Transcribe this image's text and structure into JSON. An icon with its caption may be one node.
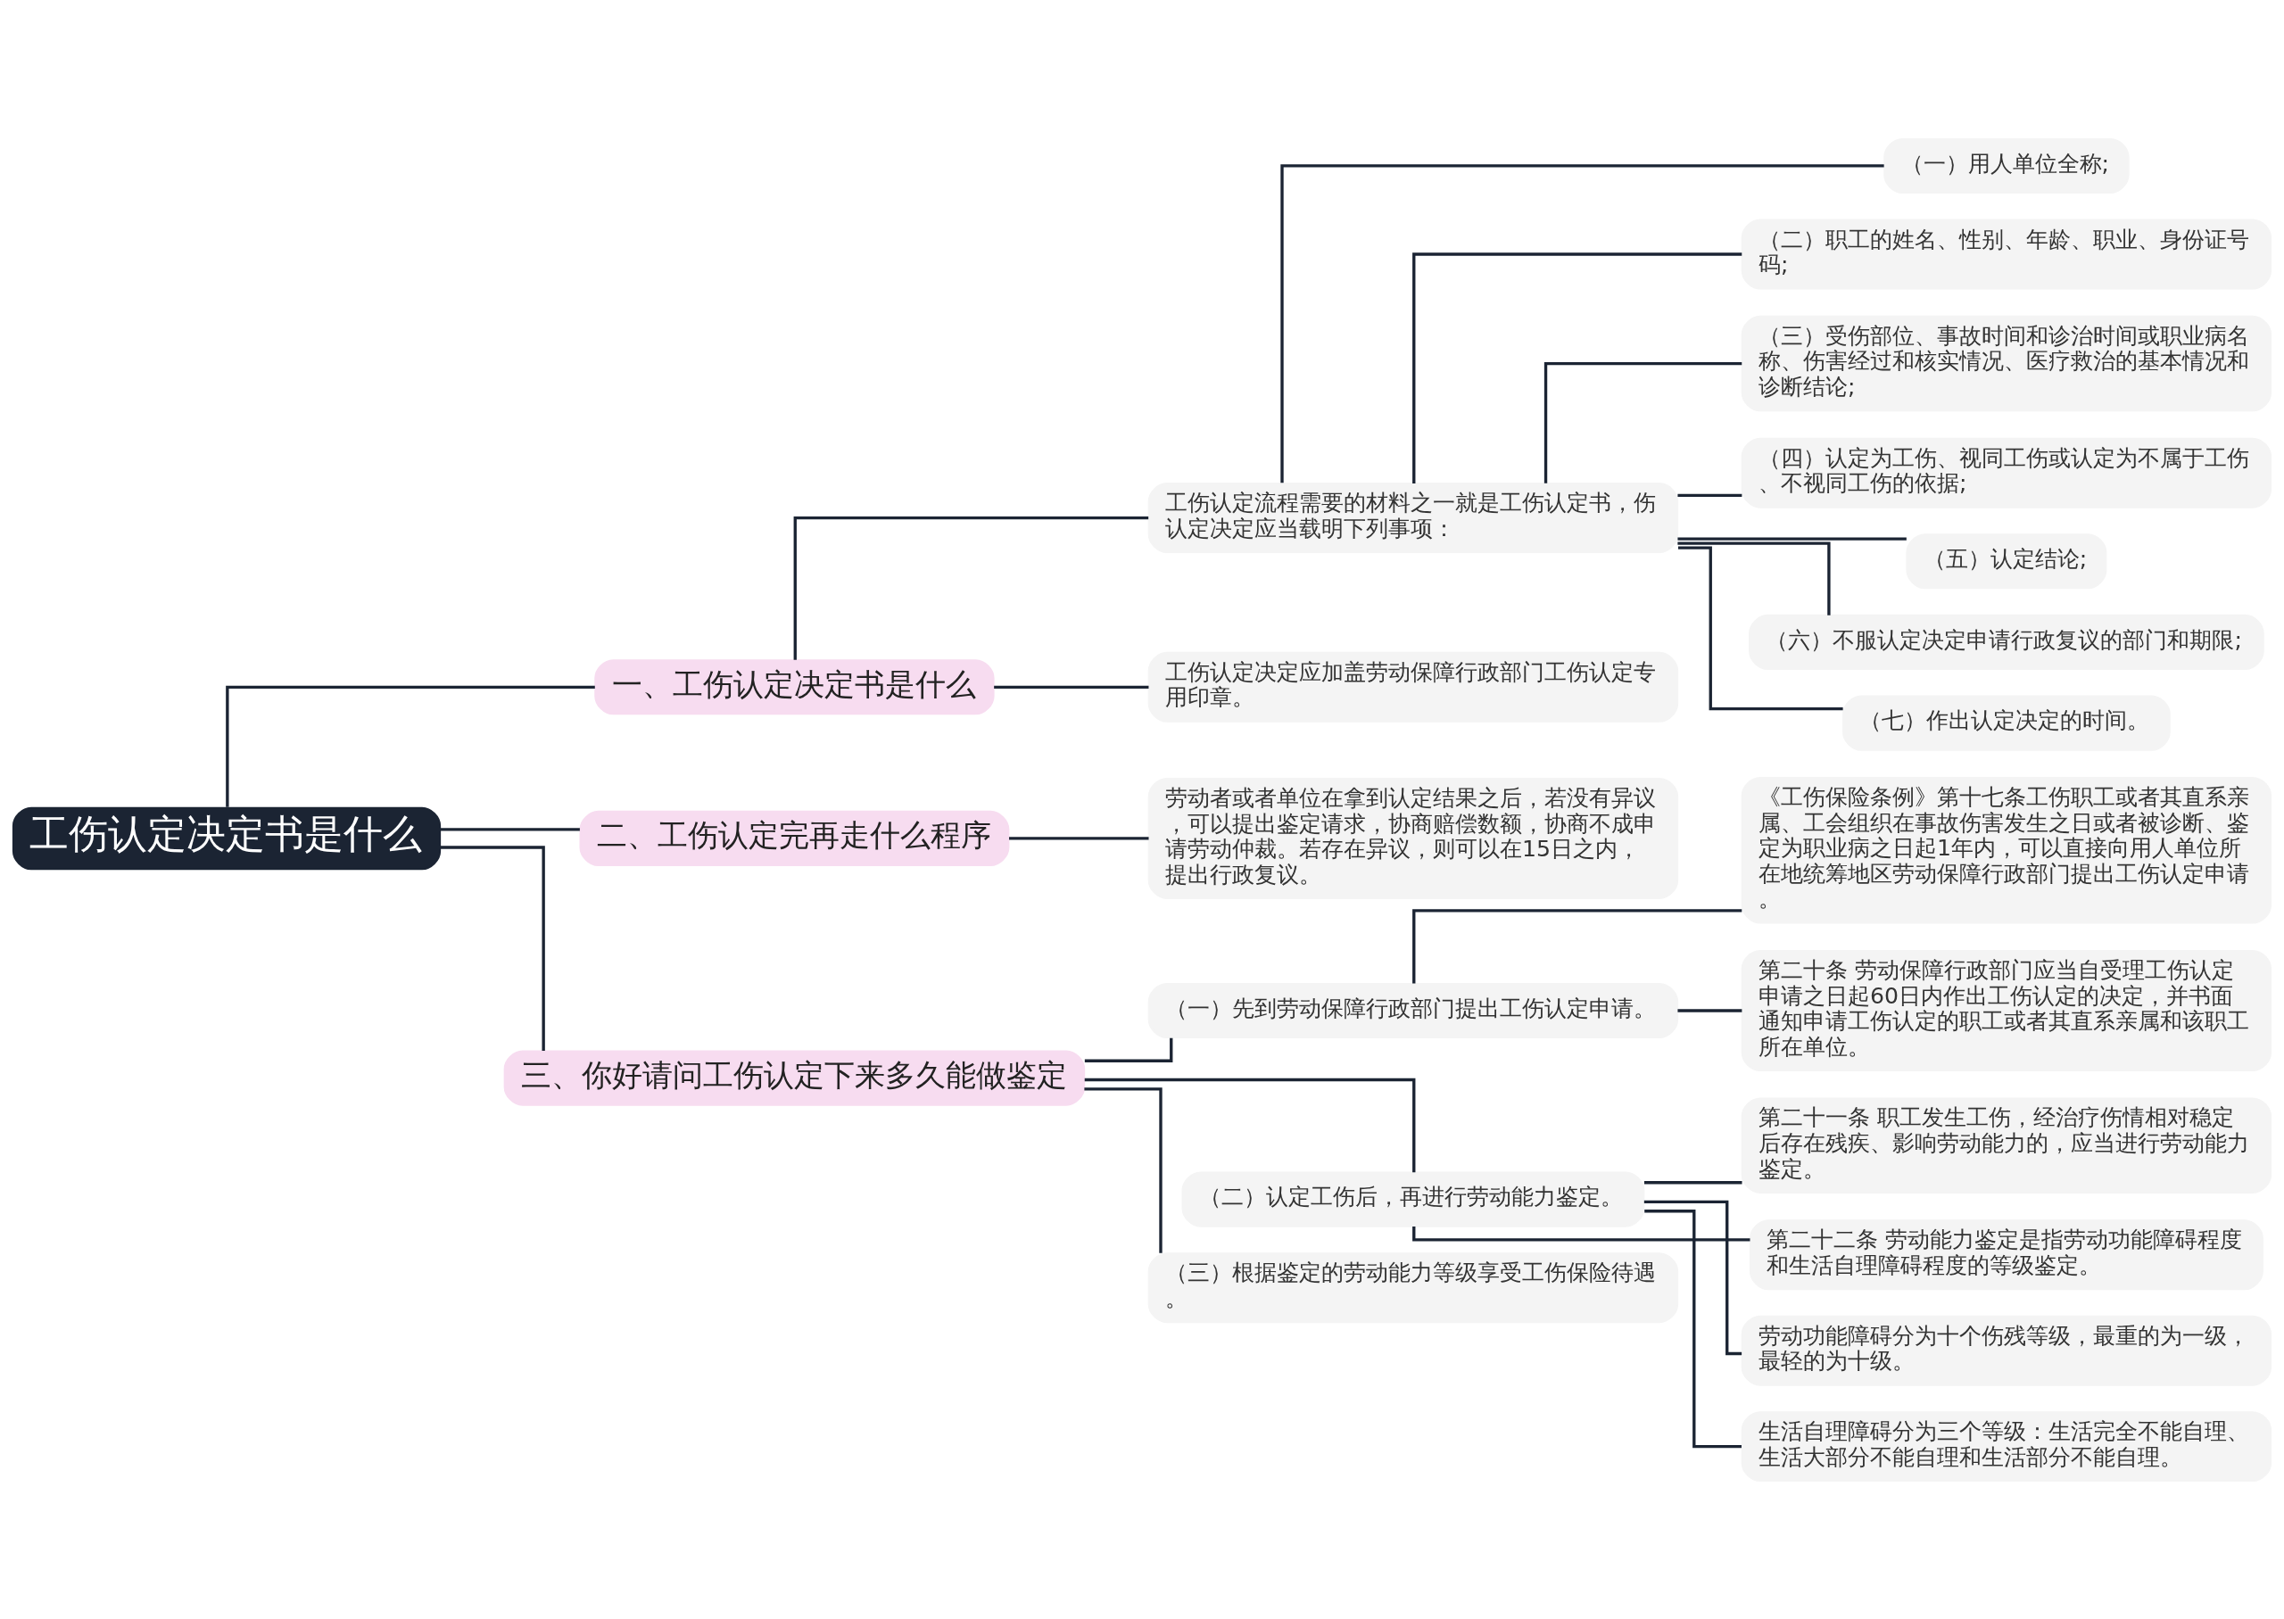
{
  "diagram": {
    "nodes": [
      {
        "text": [
          "工伤认定决定书是什么"
        ]
      },
      {
        "text": [
          "一、工伤认定决定书是什么"
        ]
      },
      {
        "text": [
          "工伤认定流程需要的材料之一就是工伤认定书，伤认定决定应当载明下列事项："
        ]
      },
      {
        "text": [
          "（一）用人单位全称;"
        ]
      },
      {
        "text": [
          "（二）职工的姓名、性别、年龄、职业、身份证号码;"
        ]
      },
      {
        "text": [
          "（三）受伤部位、事故时间和诊治时间或职业病名称、伤害经过和核实情况、医疗救治的基本情况和诊断结论;"
        ]
      },
      {
        "text": [
          "（四）认定为工伤、视同工伤或认定为不属于工伤、不视同工伤的依据;"
        ]
      },
      {
        "text": [
          "（五）认定结论;"
        ]
      },
      {
        "text": [
          "（六）不服认定决定申请行政复议的部门和期限;"
        ]
      },
      {
        "text": [
          "（七）作出认定决定的时间。"
        ]
      },
      {
        "text": [
          "工伤认定决定应加盖劳动保障行政部门工伤认定专用印章。"
        ]
      },
      {
        "text": [
          "二、工伤认定完再走什么程序"
        ]
      },
      {
        "text": [
          "劳动者或者单位在拿到认定结果之后，若没有异议，可以提出鉴定请求，协商赔偿数额，协商不成申请劳动仲裁。若存在异议，则可以在15日之内，提出行政复议。"
        ]
      },
      {
        "text": [
          "三、你好请问工伤认定下来多久能做鉴定"
        ]
      },
      {
        "text": [
          "（一）先到劳动保障行政部门提出工伤认定申请。"
        ]
      },
      {
        "text": [
          "《工伤保险条例》第十七条工伤职工或者其直系亲属、工会组织在事故伤害发生之日或者被诊断、鉴定为职业病之日起1年内，可以直接向用人单位所在地统筹地区劳动保障行政部门提出工伤认定申请。"
        ]
      },
      {
        "text": [
          "第二十条 劳动保障行政部门应当自受理工伤认定申请之日起60日内作出工伤认定的决定，并书面通知申请工伤认定的职工或者其直系亲属和该职工所在单位。"
        ]
      },
      {
        "text": [
          "（二）认定工伤后，再进行劳动能力鉴定。"
        ]
      },
      {
        "text": [
          "第二十一条 职工发生工伤，经治疗伤情相对稳定后存在残疾、影响劳动能力的，应当进行劳动能力鉴定。"
        ]
      },
      {
        "text": [
          "第二十二条 劳动能力鉴定是指劳动功能障碍程度和生活自理障碍程度的等级鉴定。"
        ]
      },
      {
        "text": [
          "劳动功能障碍分为十个伤残等级，最重的为一级，最轻的为十级。"
        ]
      },
      {
        "text": [
          "生活自理障碍分为三个等级：生活完全不能自理、生活大部分不能自理和生活部分不能自理。"
        ]
      },
      {
        "text": [
          "（三）根据鉴定的劳动能力等级享受工伤保险待遇。"
        ]
      }
    ],
    "edges": [
      {
        "from": 0,
        "to": 1,
        "arrow": "none"
      },
      {
        "from": 1,
        "to": 2,
        "arrow": "none"
      },
      {
        "from": 2,
        "to": 3,
        "arrow": "none"
      },
      {
        "from": 2,
        "to": 4,
        "arrow": "none"
      },
      {
        "from": 2,
        "to": 5,
        "arrow": "none"
      },
      {
        "from": 2,
        "to": 6,
        "arrow": "none"
      },
      {
        "from": 2,
        "to": 7,
        "arrow": "none"
      },
      {
        "from": 2,
        "to": 8,
        "arrow": "none"
      },
      {
        "from": 2,
        "to": 9,
        "arrow": "none"
      },
      {
        "from": 1,
        "to": 10,
        "arrow": "none"
      },
      {
        "from": 0,
        "to": 11,
        "arrow": "none"
      },
      {
        "from": 11,
        "to": 12,
        "arrow": "none"
      },
      {
        "from": 0,
        "to": 13,
        "arrow": "none"
      },
      {
        "from": 13,
        "to": 14,
        "arrow": "none"
      },
      {
        "from": 14,
        "to": 15,
        "arrow": "none"
      },
      {
        "from": 14,
        "to": 16,
        "arrow": "none"
      },
      {
        "from": 13,
        "to": 17,
        "arrow": "none"
      },
      {
        "from": 17,
        "to": 18,
        "arrow": "none"
      },
      {
        "from": 17,
        "to": 19,
        "arrow": "none"
      },
      {
        "from": 17,
        "to": 20,
        "arrow": "none"
      },
      {
        "from": 17,
        "to": 21,
        "arrow": "none"
      },
      {
        "from": 13,
        "to": 22,
        "arrow": "none"
      }
    ]
  }
}
